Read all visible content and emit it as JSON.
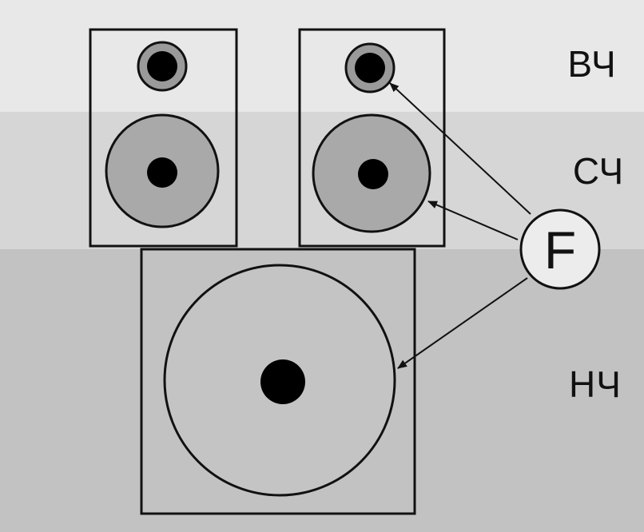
{
  "bands": {
    "high": {
      "label": "ВЧ",
      "color": "#e8e8e8"
    },
    "mid": {
      "label": "СЧ",
      "color": "#d6d6d6"
    },
    "low": {
      "label": "НЧ",
      "color": "#c2c2c2"
    }
  },
  "source": {
    "label": "F",
    "fill": "#ececec"
  },
  "speakers": {
    "tweeter_ring_color": "#9a9a9a",
    "midrange_cone_color": "#a9a9a9",
    "woofer_cone_color": "#c4c4c4",
    "dust_cap_color": "#000000"
  }
}
